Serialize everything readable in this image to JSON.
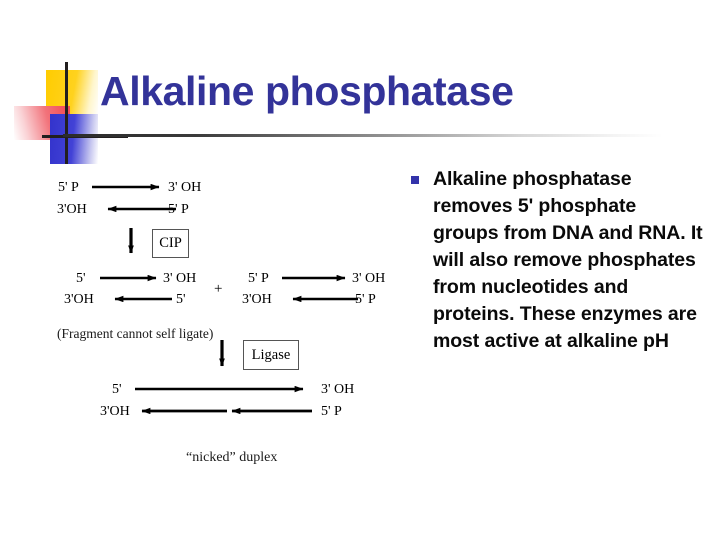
{
  "slide": {
    "title": "Alkaline phosphatase",
    "title_color": "#333399",
    "rule_color": "#2b2b2b",
    "background": "#ffffff"
  },
  "decoration": {
    "name": "corner-block-motif",
    "yellow": "#FFCC00",
    "red": "#F4505A",
    "blue": "#3333CC",
    "line": "#221F1F"
  },
  "body": {
    "bullet_color": "#3333AA",
    "text": "Alkaline phosphatase removes 5' phosphate groups from DNA and RNA. It will also remove phosphates from nucleotides and proteins. These enzymes are most active at alkaline pH"
  },
  "diagram": {
    "name": "cip-ligase-reaction-scheme",
    "rows": {
      "row1": {
        "top_left": "5' P",
        "top_right": "3' OH",
        "bottom_left": "3'OH",
        "bottom_right": "5' P"
      },
      "row2_left": {
        "top_left": "5'",
        "top_right": "3' OH",
        "bottom_left": "3'OH",
        "bottom_right": "5'"
      },
      "row2_right": {
        "top_left": "5' P",
        "top_right": "3' OH",
        "bottom_left": "3'OH",
        "bottom_right": "5' P"
      },
      "row3": {
        "top_left": "5'",
        "top_right": "3' OH",
        "bottom_left": "3'OH",
        "bottom_right": "5' P"
      }
    },
    "plus_sign": "+",
    "enzyme_cip": "CIP",
    "enzyme_ligase": "Ligase",
    "note_fragment": "(Fragment cannot self ligate)",
    "caption_nicked": "“nicked” duplex"
  }
}
